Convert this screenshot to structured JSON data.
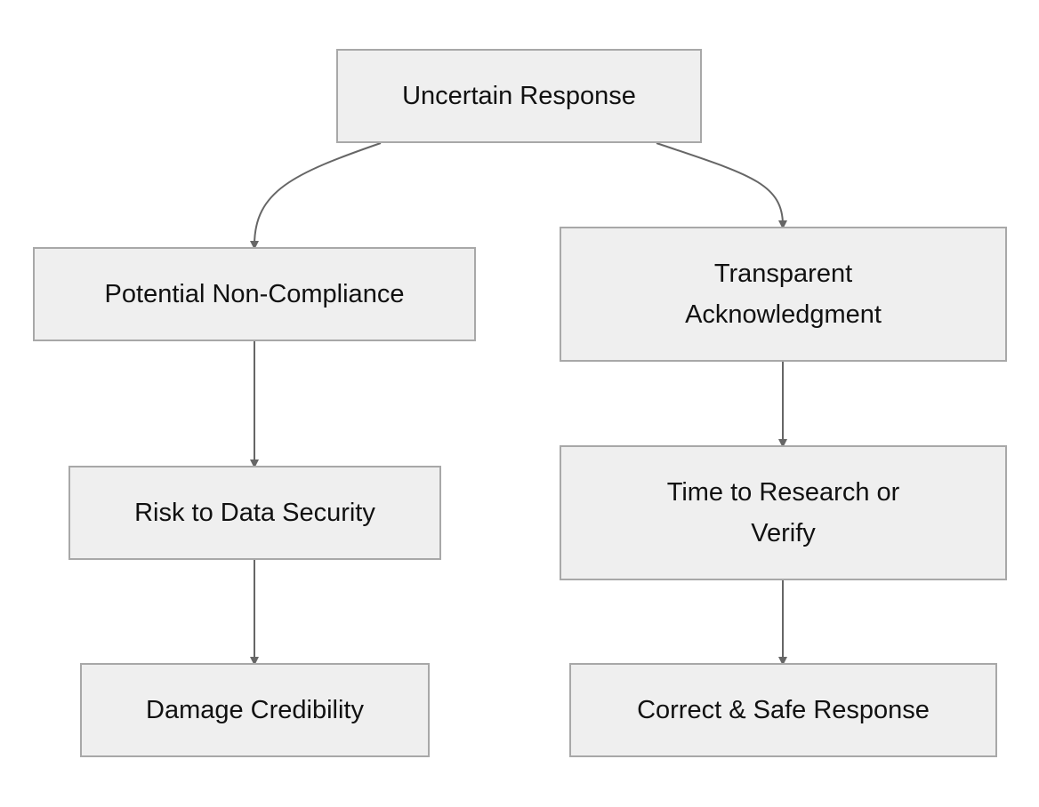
{
  "nodes": {
    "root": "Uncertain Response",
    "left_1": "Potential Non-Compliance",
    "left_2": "Risk to Data Security",
    "left_3": "Damage Credibility",
    "right_1": "Transparent Acknowledgment",
    "right_2": "Time to Research or Verify",
    "right_3": "Correct & Safe Response"
  },
  "edges": [
    {
      "from": "root",
      "to": "left_1"
    },
    {
      "from": "root",
      "to": "right_1"
    },
    {
      "from": "left_1",
      "to": "left_2"
    },
    {
      "from": "left_2",
      "to": "left_3"
    },
    {
      "from": "right_1",
      "to": "right_2"
    },
    {
      "from": "right_2",
      "to": "right_3"
    }
  ],
  "colors": {
    "node_fill": "#efefef",
    "node_border": "#a8a8a8",
    "edge": "#666666",
    "text": "#111111"
  }
}
